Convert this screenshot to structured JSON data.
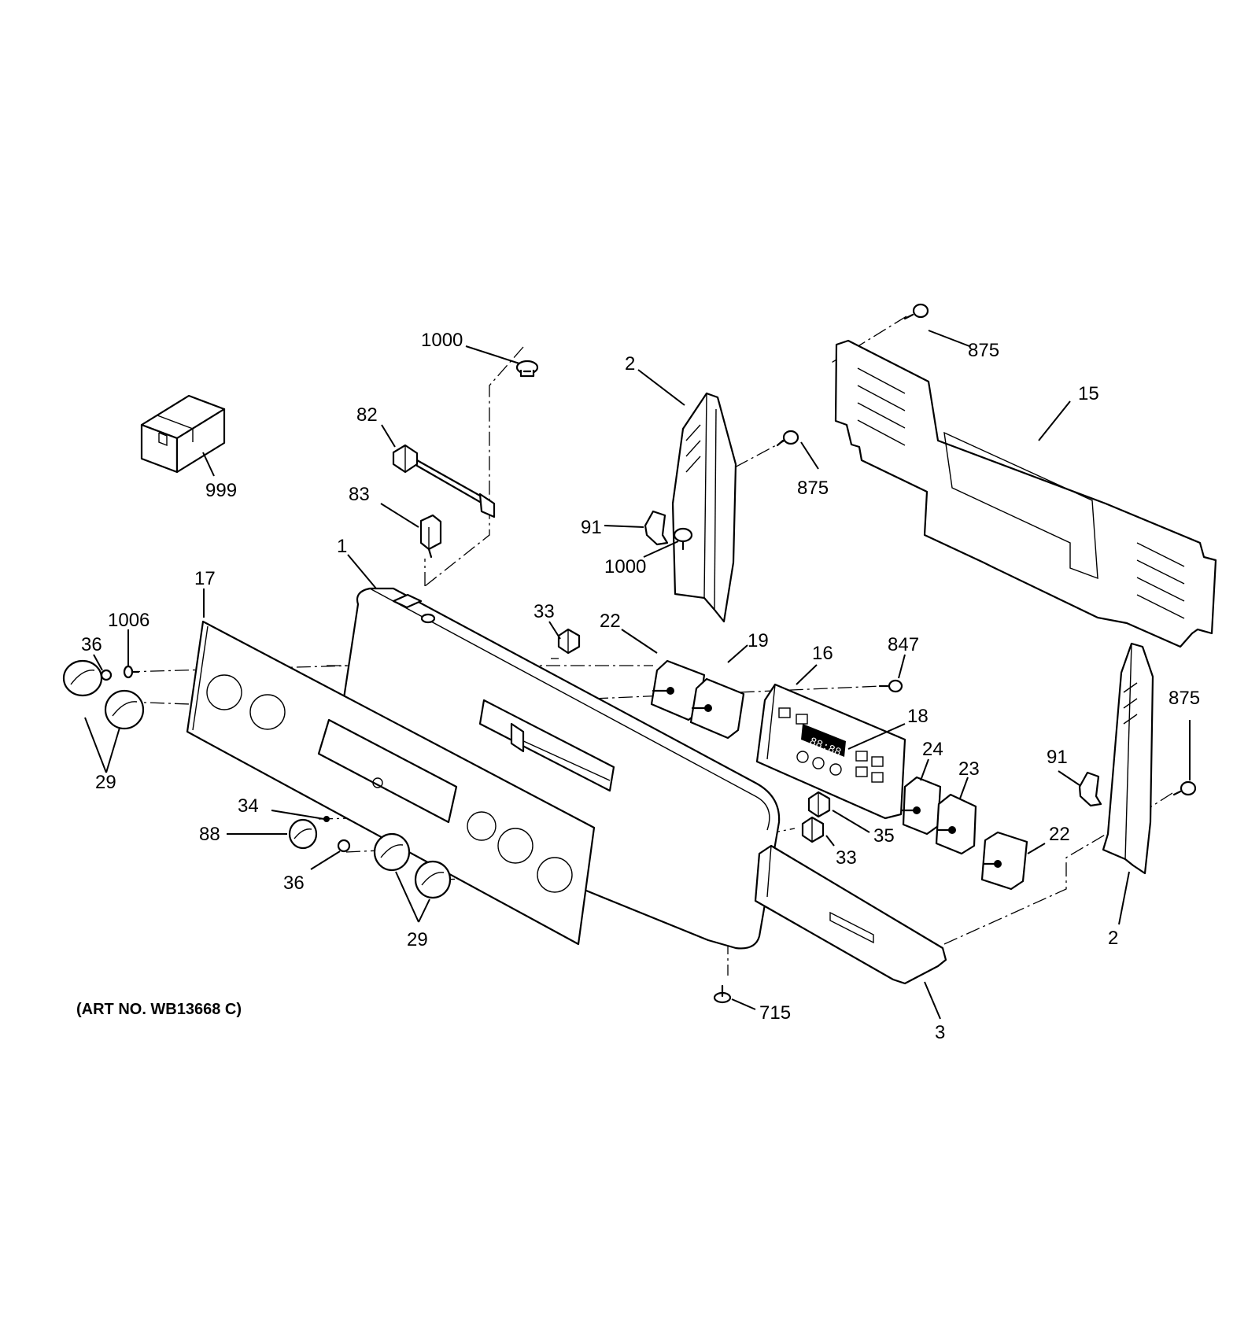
{
  "art_number": "(ART NO. WB13668 C)",
  "callouts": [
    {
      "id": "c1000a",
      "label": "1000"
    },
    {
      "id": "c82",
      "label": "82"
    },
    {
      "id": "c83",
      "label": "83"
    },
    {
      "id": "c999",
      "label": "999"
    },
    {
      "id": "c1",
      "label": "1"
    },
    {
      "id": "c17",
      "label": "17"
    },
    {
      "id": "c1006",
      "label": "1006"
    },
    {
      "id": "c36a",
      "label": "36"
    },
    {
      "id": "c29a",
      "label": "29"
    },
    {
      "id": "c2a",
      "label": "2"
    },
    {
      "id": "c91a",
      "label": "91"
    },
    {
      "id": "c1000b",
      "label": "1000"
    },
    {
      "id": "c875a",
      "label": "875"
    },
    {
      "id": "c875b",
      "label": "875"
    },
    {
      "id": "c15",
      "label": "15"
    },
    {
      "id": "c33a",
      "label": "33"
    },
    {
      "id": "c22a",
      "label": "22"
    },
    {
      "id": "c19",
      "label": "19"
    },
    {
      "id": "c16",
      "label": "16"
    },
    {
      "id": "c847",
      "label": "847"
    },
    {
      "id": "c18",
      "label": "18"
    },
    {
      "id": "c24",
      "label": "24"
    },
    {
      "id": "c23",
      "label": "23"
    },
    {
      "id": "c35",
      "label": "35"
    },
    {
      "id": "c33b",
      "label": "33"
    },
    {
      "id": "c22b",
      "label": "22"
    },
    {
      "id": "c91b",
      "label": "91"
    },
    {
      "id": "c875c",
      "label": "875"
    },
    {
      "id": "c2b",
      "label": "2"
    },
    {
      "id": "c34",
      "label": "34"
    },
    {
      "id": "c88",
      "label": "88"
    },
    {
      "id": "c36b",
      "label": "36"
    },
    {
      "id": "c29b",
      "label": "29"
    },
    {
      "id": "c715",
      "label": "715"
    },
    {
      "id": "c3",
      "label": "3"
    }
  ],
  "display": {
    "clock_readout": "88:88"
  }
}
